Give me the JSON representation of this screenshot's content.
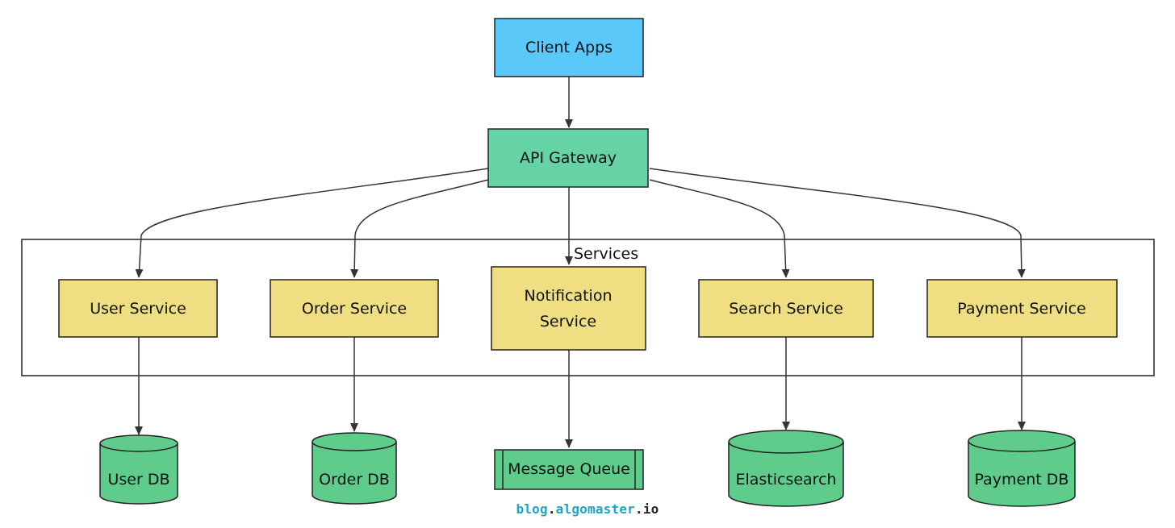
{
  "diagram": {
    "nodes": {
      "client_apps": "Client Apps",
      "api_gateway": "API Gateway",
      "user_service": "User Service",
      "order_service": "Order Service",
      "notification_service_line1": "Notification",
      "notification_service_line2": "Service",
      "search_service": "Search Service",
      "payment_service": "Payment Service",
      "user_db": "User DB",
      "order_db": "Order DB",
      "message_queue": "Message Queue",
      "elasticsearch": "Elasticsearch",
      "payment_db": "Payment DB"
    },
    "group_label": "Services",
    "colors": {
      "client": "#5bc8fa",
      "gateway": "#66d3a6",
      "service": "#f0de82",
      "datastore": "#5fcc8b",
      "stroke": "#222222"
    }
  },
  "watermark": {
    "blog": "blog",
    "dot": ".",
    "algomaster": "algomaster",
    "io": ".io"
  }
}
